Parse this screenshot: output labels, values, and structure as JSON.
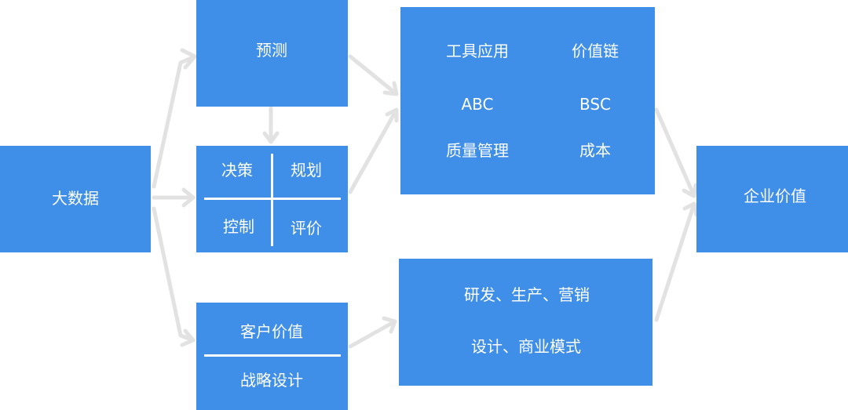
{
  "nodes": {
    "big_data": "大数据",
    "forecast": "预测",
    "decision": "决策",
    "planning": "规划",
    "control": "控制",
    "evaluation": "评价",
    "customer_value": "客户价值",
    "strategy_design": "战略设计",
    "tools": {
      "tool_application": "工具应用",
      "value_chain": "价值链",
      "abc": "ABC",
      "bsc": "BSC",
      "quality_management": "质量管理",
      "cost": "成本"
    },
    "rd_production_marketing": "研发、生产、营销",
    "design_business_model": "设计、商业模式",
    "enterprise_value": "企业价值"
  },
  "colors": {
    "box": "#3f8ee7",
    "arrow": "#e2e2e2",
    "text": "#ffffff"
  }
}
